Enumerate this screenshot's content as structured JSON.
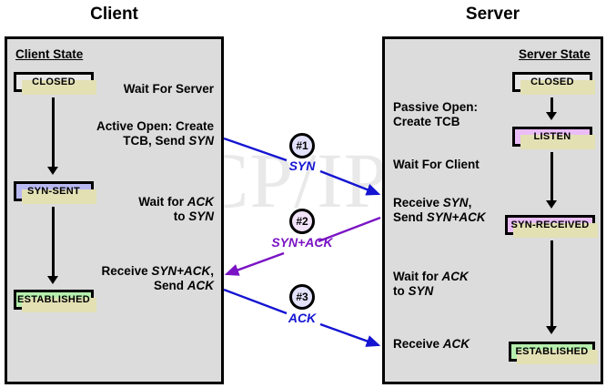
{
  "watermark": {
    "text": "The TCP/IP Guide"
  },
  "columns": {
    "client": {
      "title": "Client",
      "state_heading": "Client State"
    },
    "server": {
      "title": "Server",
      "state_heading": "Server State"
    }
  },
  "colors": {
    "panel_fill": "#dcdcdc",
    "panel_border": "#000000",
    "box_shadow": "#e3e0b4",
    "state_closed": "#e9e9e9",
    "state_syn_sent": "#b9b9f2",
    "state_established": "#b6f0ae",
    "state_listen": "#eabdf7",
    "state_syn_received": "#eabdf7",
    "msg_syn": "#1414d2",
    "msg_syn_ack": "#7a13c4",
    "msg_ack": "#1414d2",
    "watermark": "#e9e9e9"
  },
  "client": {
    "states": [
      {
        "label": "CLOSED",
        "style": "sb-plain"
      },
      {
        "label": "SYN-SENT",
        "style": "sb-blue"
      },
      {
        "label": "ESTABLISHED",
        "style": "sb-green"
      }
    ],
    "notes": [
      {
        "text": "Wait For Server"
      },
      {
        "text": "Active Open: Create\nTCB, Send SYN"
      },
      {
        "text": "Wait for ACK\nto SYN"
      },
      {
        "text": "Receive SYN+ACK,\nSend ACK"
      }
    ]
  },
  "server": {
    "states": [
      {
        "label": "CLOSED",
        "style": "sb-plain"
      },
      {
        "label": "LISTEN",
        "style": "sb-purple"
      },
      {
        "label": "SYN-RECEIVED",
        "style": "sb-purple"
      },
      {
        "label": "ESTABLISHED",
        "style": "sb-green"
      }
    ],
    "notes": [
      {
        "text": "Passive Open:\nCreate TCB"
      },
      {
        "text": "Wait For Client"
      },
      {
        "text": "Receive SYN,\nSend SYN+ACK"
      },
      {
        "text": "Wait for ACK\nto SYN"
      },
      {
        "text": "Receive ACK"
      }
    ]
  },
  "messages": [
    {
      "number": "#1",
      "label": "SYN",
      "direction": "client-to-server",
      "color": "#1414d2"
    },
    {
      "number": "#2",
      "label": "SYN+ACK",
      "direction": "server-to-client",
      "color": "#7a13c4"
    },
    {
      "number": "#3",
      "label": "ACK",
      "direction": "client-to-server",
      "color": "#1414d2"
    }
  ]
}
